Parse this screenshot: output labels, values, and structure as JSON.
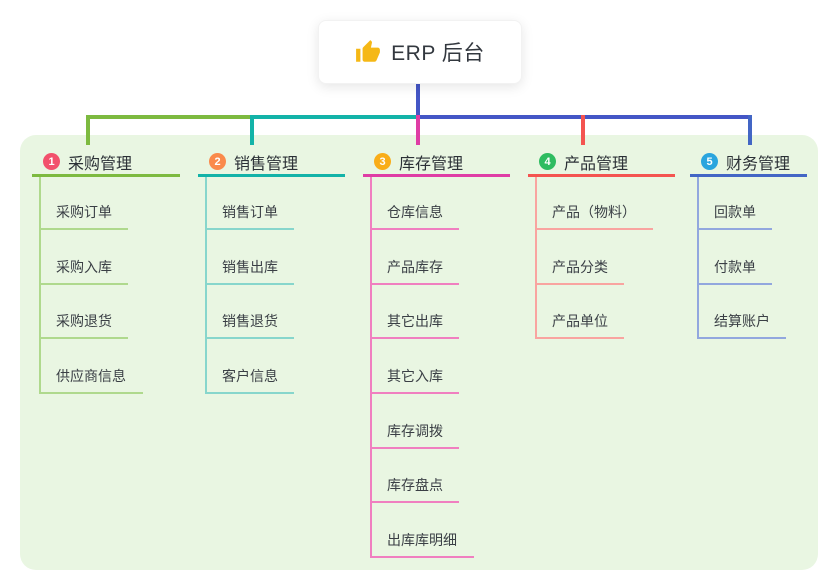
{
  "root": {
    "label": "ERP 后台",
    "icon": "thumbs-up-icon"
  },
  "canvas": {
    "background": "#FFFFFF",
    "panel_background": "#E9F6E2",
    "connector_color": "#4456C6",
    "root_text_color": "#33383F",
    "thumb_color": "#F5B816"
  },
  "branches": [
    {
      "number": "1",
      "label": "采购管理",
      "badge_color": "#F2516C",
      "line_color": "#7DBA40",
      "item_line_color": "#AFD98D",
      "items": [
        "采购订单",
        "采购入库",
        "采购退货",
        "供应商信息"
      ]
    },
    {
      "number": "2",
      "label": "销售管理",
      "badge_color": "#FA8A4B",
      "line_color": "#13B3A8",
      "item_line_color": "#87D6CC",
      "items": [
        "销售订单",
        "销售出库",
        "销售退货",
        "客户信息"
      ]
    },
    {
      "number": "3",
      "label": "库存管理",
      "badge_color": "#F9AD18",
      "line_color": "#DF3DA5",
      "item_line_color": "#F07FC0",
      "items": [
        "仓库信息",
        "产品库存",
        "其它出库",
        "其它入库",
        "库存调拨",
        "库存盘点",
        "出库库明细"
      ]
    },
    {
      "number": "4",
      "label": "产品管理",
      "badge_color": "#2EBC60",
      "line_color": "#F45450",
      "item_line_color": "#F9A4A0",
      "items": [
        "产品（物料）",
        "产品分类",
        "产品单位"
      ]
    },
    {
      "number": "5",
      "label": "财务管理",
      "badge_color": "#2AA5DE",
      "line_color": "#4366C5",
      "item_line_color": "#92A7DE",
      "items": [
        "回款单",
        "付款单",
        "结算账户"
      ]
    }
  ]
}
